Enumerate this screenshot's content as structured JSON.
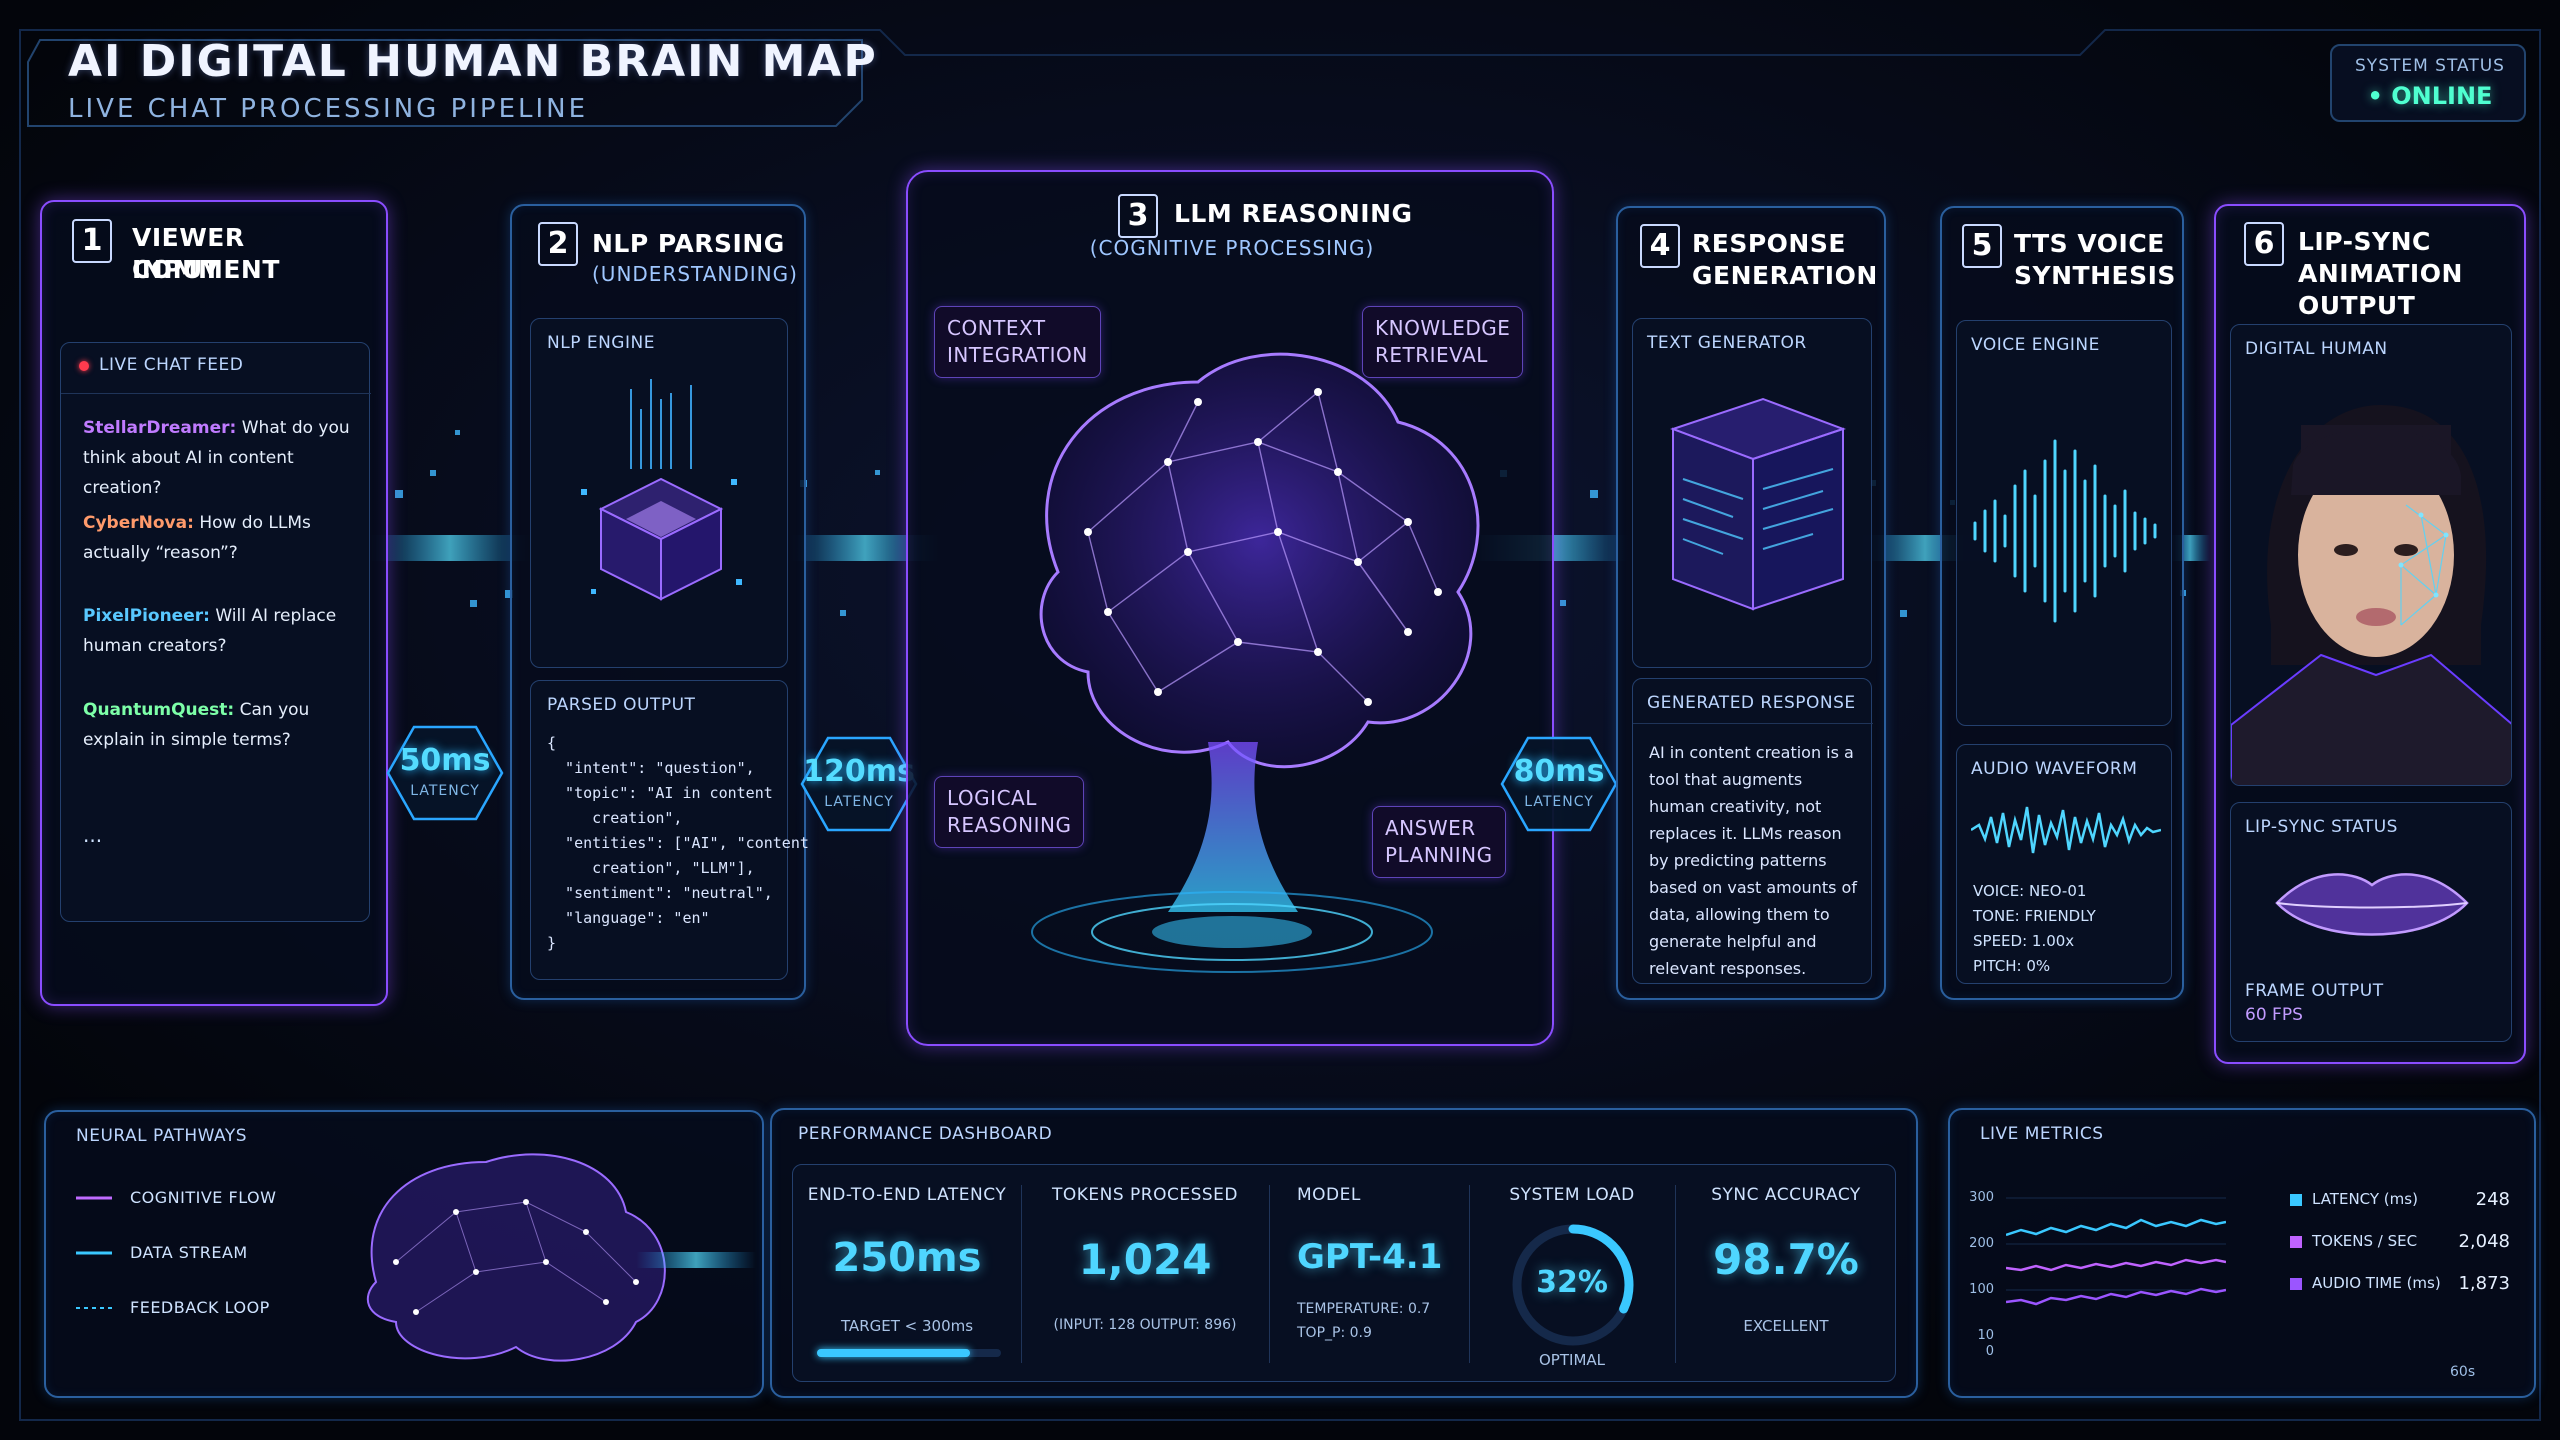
{
  "header": {
    "title": "AI DIGITAL HUMAN BRAIN MAP",
    "subtitle": "LIVE CHAT PROCESSING PIPELINE",
    "status_label": "SYSTEM STATUS",
    "status_value": "• ONLINE"
  },
  "colors": {
    "accent_cyan": "#4fd6ff",
    "accent_purple": "#8a4dff",
    "online_green": "#4fffd0",
    "background": "#03050b"
  },
  "steps": {
    "s1": {
      "num": "1",
      "title_l1": "VIEWER COMMENT",
      "title_l2": "INPUT",
      "panel": "LIVE CHAT FEED"
    },
    "s2": {
      "num": "2",
      "title_l1": "NLP PARSING",
      "sub": "(UNDERSTANDING)",
      "engine": "NLP ENGINE",
      "output_label": "PARSED OUTPUT"
    },
    "s3": {
      "num": "3",
      "title_l1": "LLM REASONING",
      "sub": "(COGNITIVE PROCESSING)",
      "tags": {
        "context": "CONTEXT\nINTEGRATION",
        "knowledge": "KNOWLEDGE\nRETRIEVAL",
        "logical": "LOGICAL\nREASONING",
        "answer": "ANSWER\nPLANNING"
      }
    },
    "s4": {
      "num": "4",
      "title_l1": "RESPONSE",
      "title_l2": "GENERATION",
      "panel": "TEXT GENERATOR",
      "out_label": "GENERATED RESPONSE",
      "out_text": "AI in content creation is a tool that augments human creativity, not replaces it. LLMs reason by predicting patterns based on vast amounts of data, allowing them to generate helpful and relevant responses."
    },
    "s5": {
      "num": "5",
      "title_l1": "TTS VOICE",
      "title_l2": "SYNTHESIS",
      "panel": "VOICE ENGINE",
      "wave_label": "AUDIO WAVEFORM",
      "voice": "VOICE: NEO-01",
      "tone": "TONE: FRIENDLY",
      "speed": "SPEED: 1.00x",
      "pitch": "PITCH: 0%"
    },
    "s6": {
      "num": "6",
      "title_l1": "LIP-SYNC",
      "title_l2": "ANIMATION OUTPUT",
      "panel": "DIGITAL HUMAN",
      "lip_label": "LIP-SYNC STATUS",
      "frame_label": "FRAME OUTPUT",
      "fps": "60 FPS"
    }
  },
  "chat": [
    {
      "user": "StellarDreamer:",
      "color": "#c07bff",
      "text": "What do you think about AI in content creation?"
    },
    {
      "user": "CyberNova:",
      "color": "#ff9a6b",
      "text": "How do LLMs actually “reason”?"
    },
    {
      "user": "PixelPioneer:",
      "color": "#59c8ff",
      "text": "Will AI replace human creators?"
    },
    {
      "user": "QuantumQuest:",
      "color": "#7dffa8",
      "text": "Can you explain in simple terms?"
    }
  ],
  "chat_more": "...",
  "parsed_output": "{\n  \"intent\": \"question\",\n  \"topic\": \"AI in content\n     creation\",\n  \"entities\": [\"AI\", \"content\n     creation\", \"LLM\"],\n  \"sentiment\": \"neutral\",\n  \"language\": \"en\"\n}",
  "latency": {
    "l1": {
      "value": "50ms",
      "label": "LATENCY"
    },
    "l2": {
      "value": "120ms",
      "label": "LATENCY"
    },
    "l3": {
      "value": "80ms",
      "label": "LATENCY"
    }
  },
  "neural": {
    "title": "NEURAL PATHWAYS",
    "legend": [
      "COGNITIVE FLOW",
      "DATA STREAM",
      "FEEDBACK LOOP"
    ]
  },
  "perf": {
    "title": "PERFORMANCE DASHBOARD",
    "latency": {
      "h": "END-TO-END LATENCY",
      "v": "250ms",
      "s": "TARGET < 300ms",
      "progress": 0.83
    },
    "tokens": {
      "h": "TOKENS PROCESSED",
      "v": "1,024",
      "s": "(INPUT: 128   OUTPUT: 896)"
    },
    "model": {
      "h": "MODEL",
      "v": "GPT-4.1",
      "s1": "TEMPERATURE: 0.7",
      "s2": "TOP_P: 0.9"
    },
    "load": {
      "h": "SYSTEM LOAD",
      "v": "32%",
      "s": "OPTIMAL",
      "fraction": 0.32
    },
    "sync": {
      "h": "SYNC ACCURACY",
      "v": "98.7%",
      "s": "EXCELLENT"
    }
  },
  "live": {
    "title": "LIVE METRICS",
    "yticks": [
      "300",
      "200",
      "100",
      "10",
      "0"
    ],
    "xlabel": "60s",
    "legend": [
      {
        "name": "LATENCY (ms)",
        "value": "248",
        "color": "#3ac8ff"
      },
      {
        "name": "TOKENS / SEC",
        "value": "2,048",
        "color": "#c063ff"
      },
      {
        "name": "AUDIO TIME (ms)",
        "value": "1,873",
        "color": "#9b55ff"
      }
    ]
  }
}
